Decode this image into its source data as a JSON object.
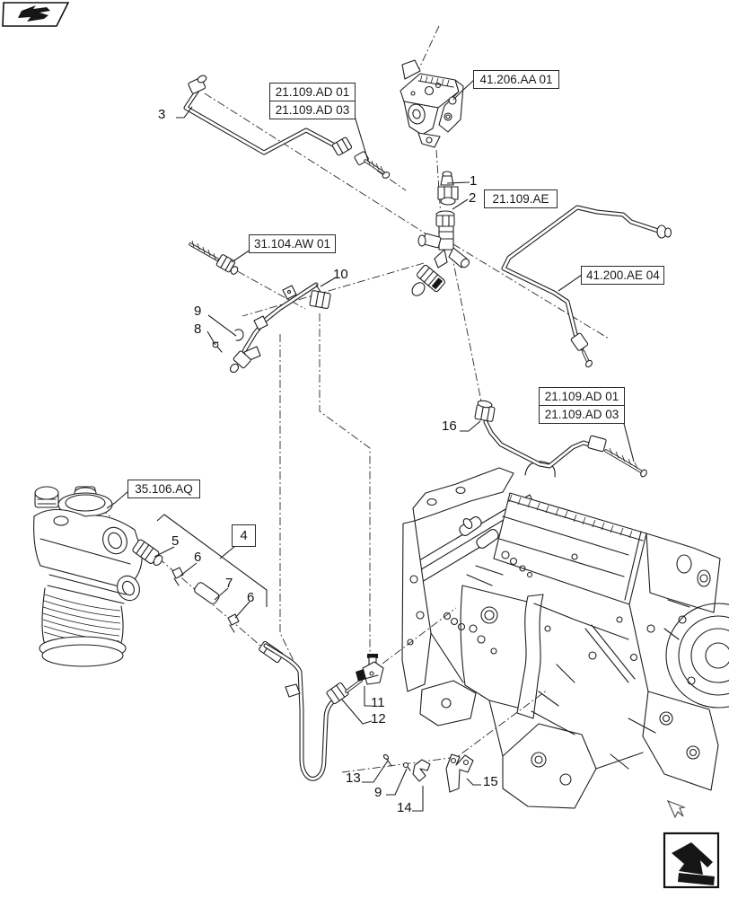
{
  "doc": {
    "type": "parts-diagram-plate",
    "background": "#ffffff",
    "line_color": "#1f1f1f"
  },
  "nav": {
    "prev_icon": "previous-plate-arrow",
    "next_icon": "next-plate-arrow",
    "cursor_icon": "mouse-pointer"
  },
  "callout_boxes": {
    "top_pair_1": "21.109.AD 01",
    "top_pair_2": "21.109.AD 03",
    "pump": "41.206.AA 01",
    "valve": "21.109.AE",
    "tube_right": "41.200.AE 04",
    "right_pair_1": "21.109.AD 01",
    "right_pair_2": "21.109.AD 03",
    "rod": "31.104.AW 01",
    "filter": "35.106.AQ",
    "group": "4"
  },
  "part_numbers": {
    "p1": "1",
    "p2": "2",
    "p3": "3",
    "p5": "5",
    "p6a": "6",
    "p6b": "6",
    "p7": "7",
    "p8": "8",
    "p9a": "9",
    "p9b": "9",
    "p10": "10",
    "p11": "11",
    "p12": "12",
    "p13": "13",
    "p14": "14",
    "p15": "15",
    "p16": "16"
  }
}
